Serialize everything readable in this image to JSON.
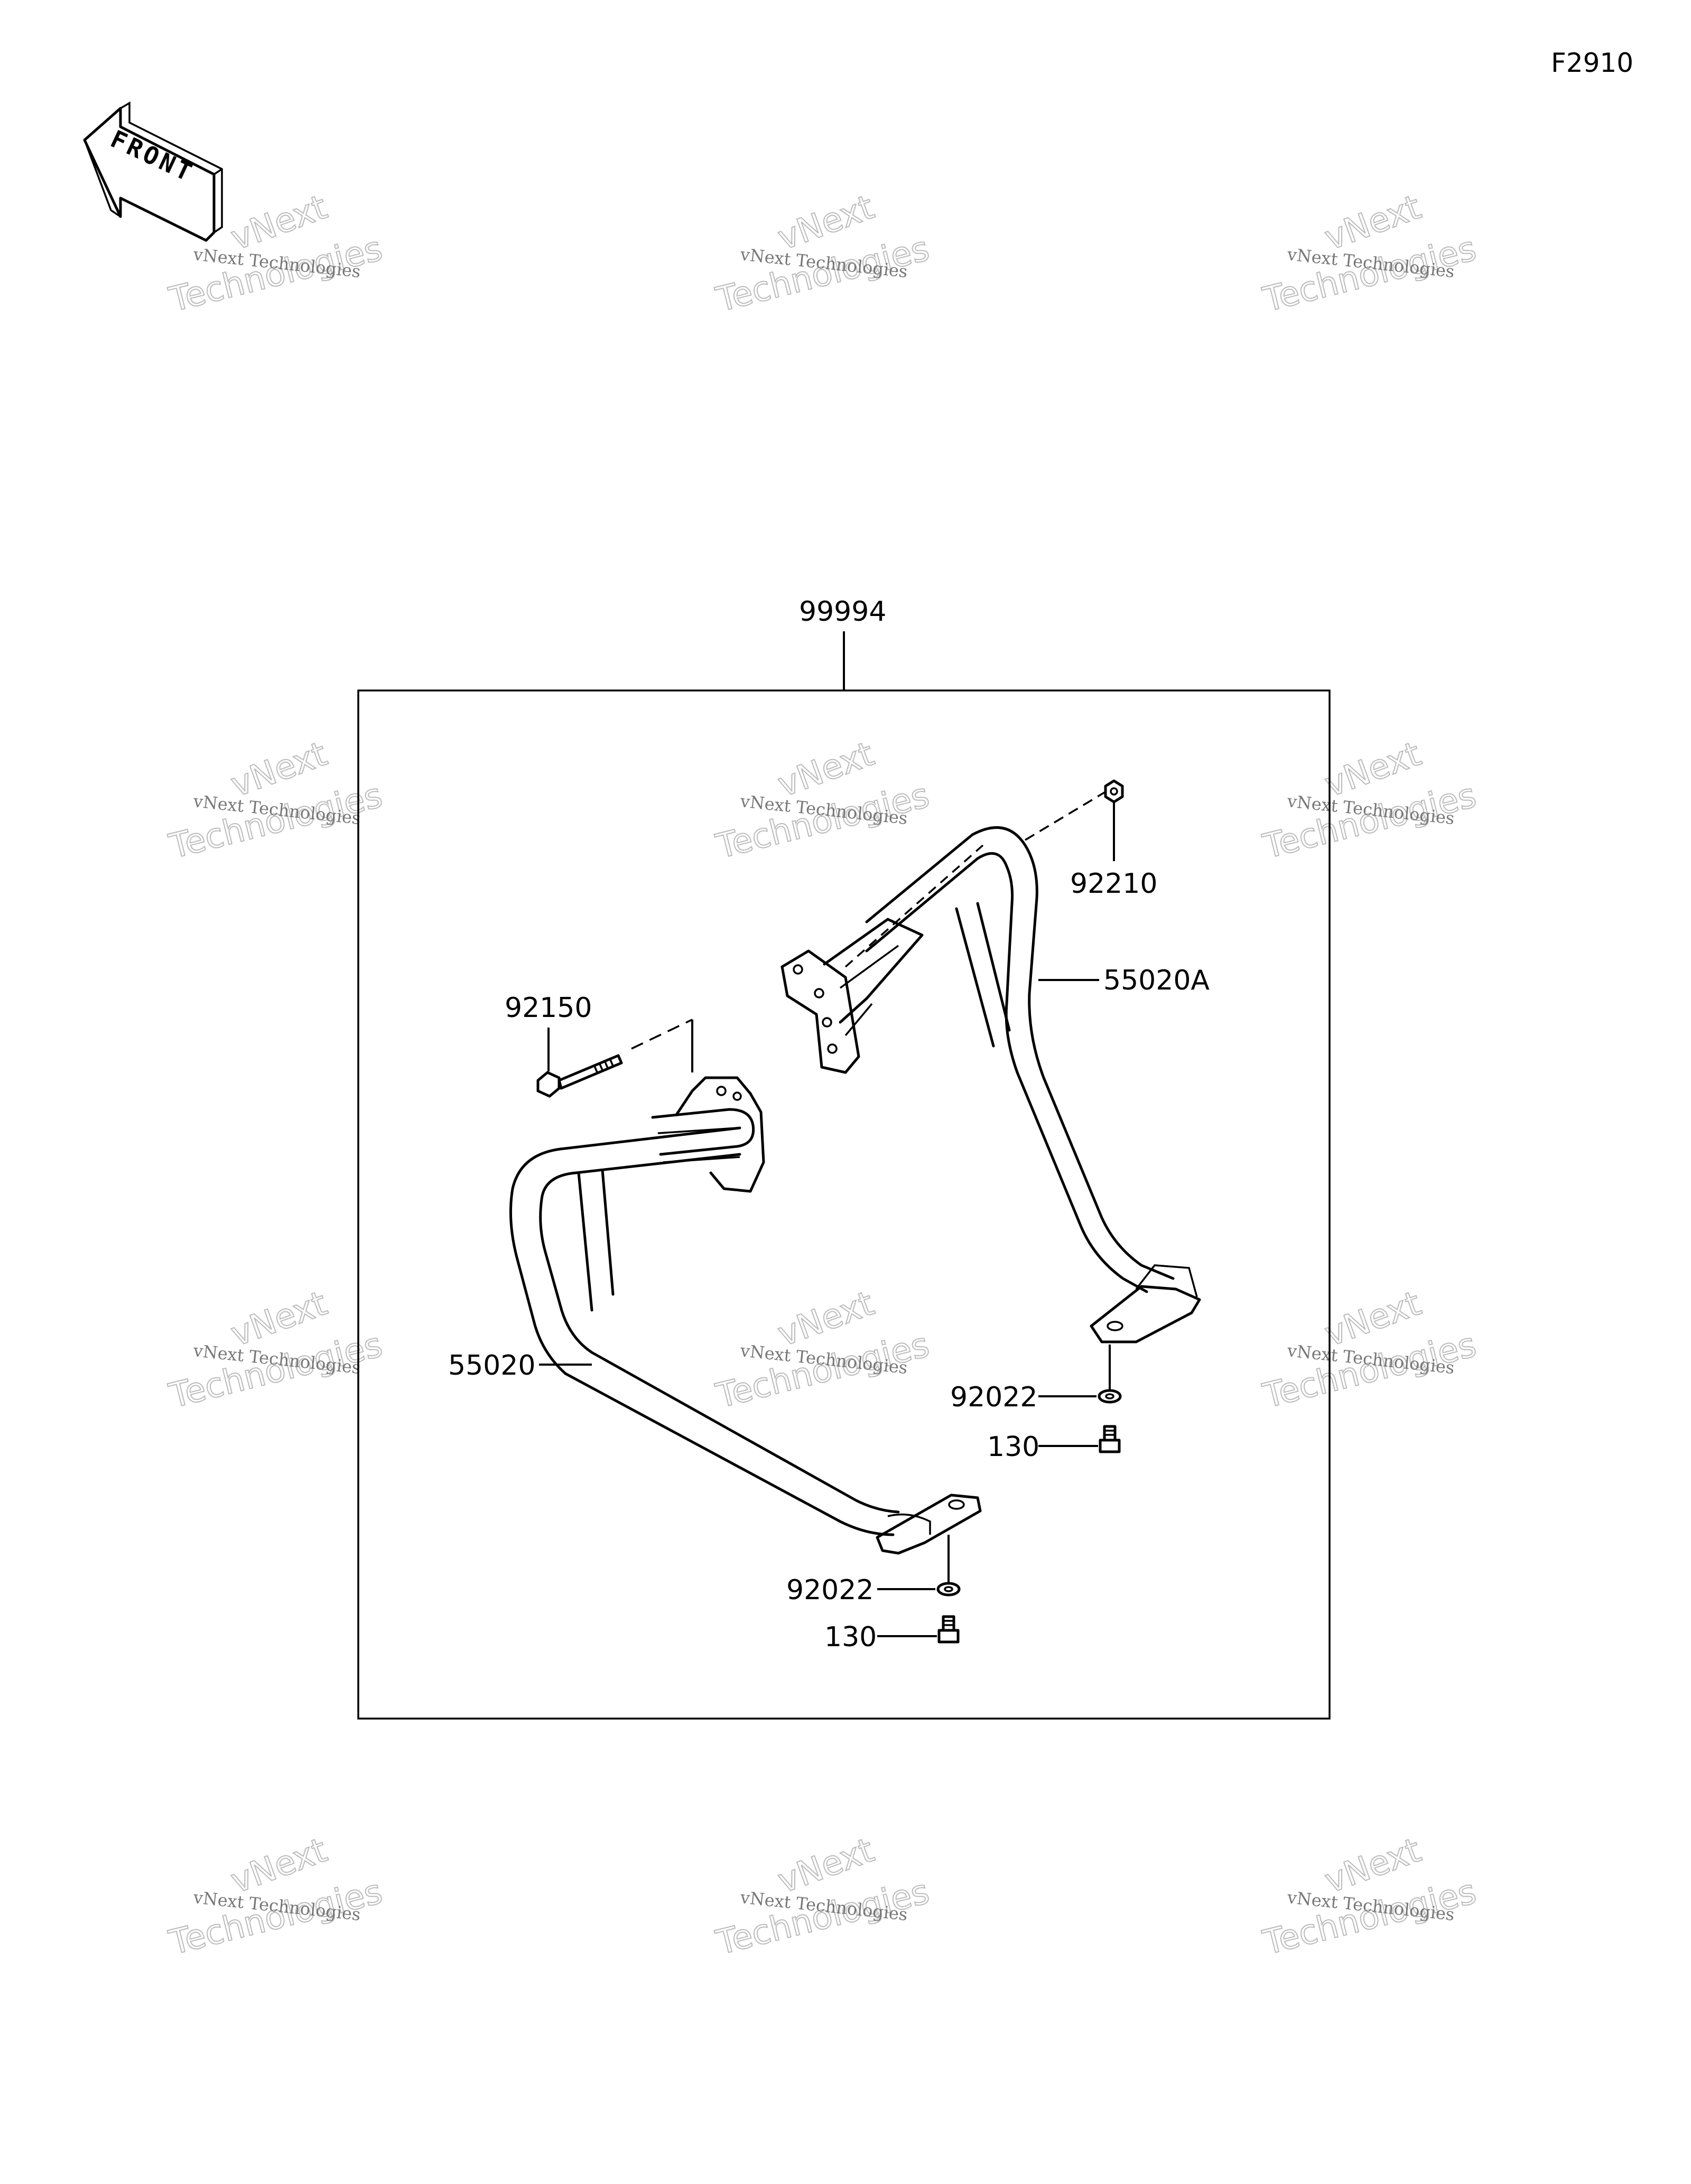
{
  "figure_code": "F2910",
  "front_label": "FRONT",
  "watermark": {
    "line1": "vNext Technologies",
    "line2": "vNext",
    "line3": "Technologies"
  },
  "callouts": {
    "kit": "99994",
    "nut": "92210",
    "guard_right": "55020A",
    "bolt": "92150",
    "guard_left": "55020",
    "washer_right": "92022",
    "bolt_right": "130",
    "washer_left": "92022",
    "bolt_left": "130"
  }
}
